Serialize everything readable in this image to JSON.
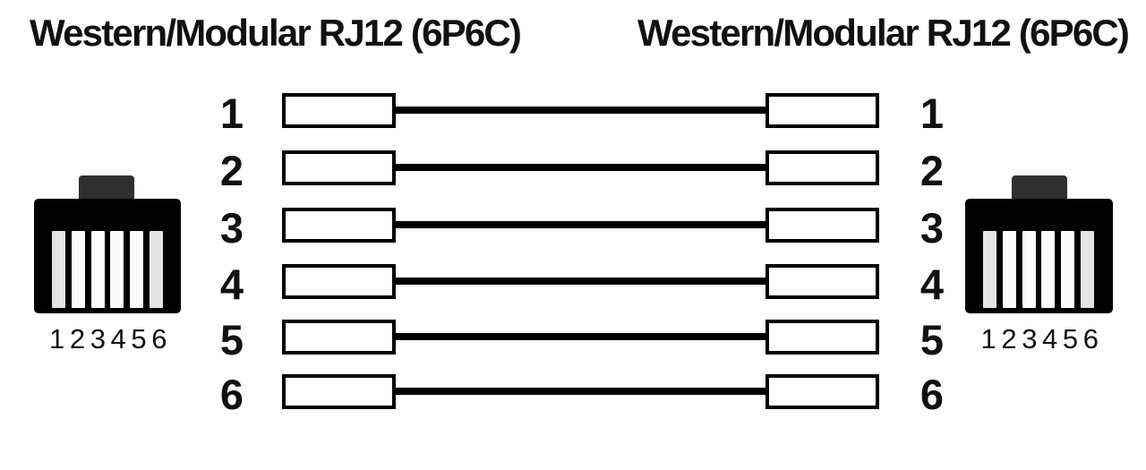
{
  "titles": {
    "left": "Western/Modular RJ12 (6P6C)",
    "right": "Western/Modular RJ12 (6P6C)"
  },
  "connectors": {
    "left": {
      "pins_label": "1 2 3 4 5 6"
    },
    "right": {
      "pins_label": "1 2 3 4 5 6"
    }
  },
  "wiring": [
    {
      "left_pin": "1",
      "right_pin": "1"
    },
    {
      "left_pin": "2",
      "right_pin": "2"
    },
    {
      "left_pin": "3",
      "right_pin": "3"
    },
    {
      "left_pin": "4",
      "right_pin": "4"
    },
    {
      "left_pin": "5",
      "right_pin": "5"
    },
    {
      "left_pin": "6",
      "right_pin": "6"
    }
  ],
  "colors": {
    "background": "#ffffff",
    "text": "#111111",
    "wire": "#000000",
    "wire_box_fill": "#ffffff",
    "wire_box_border": "#000000",
    "connector_body": "#000000",
    "connector_tab": "#2f2f2f",
    "pin_outer": "#e4e4e4",
    "pin_inner": "#fbfbfb"
  }
}
